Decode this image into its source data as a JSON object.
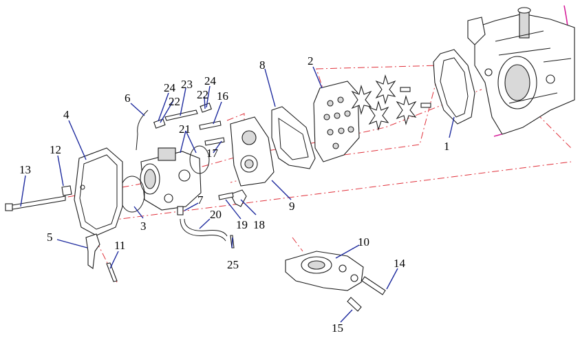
{
  "diagram": {
    "callouts": [
      {
        "num": "1"
      },
      {
        "num": "2"
      },
      {
        "num": "3"
      },
      {
        "num": "4"
      },
      {
        "num": "5"
      },
      {
        "num": "6"
      },
      {
        "num": "7"
      },
      {
        "num": "8"
      },
      {
        "num": "9"
      },
      {
        "num": "10"
      },
      {
        "num": "11"
      },
      {
        "num": "12"
      },
      {
        "num": "13"
      },
      {
        "num": "14"
      },
      {
        "num": "15"
      },
      {
        "num": "16"
      },
      {
        "num": "17"
      },
      {
        "num": "18"
      },
      {
        "num": "19"
      },
      {
        "num": "20"
      },
      {
        "num": "21"
      },
      {
        "num": "22"
      },
      {
        "num": "22"
      },
      {
        "num": "23"
      },
      {
        "num": "24"
      },
      {
        "num": "24"
      },
      {
        "num": "25"
      }
    ],
    "colors": {
      "leader": "#1d2a9e",
      "centerline": "#e0303a",
      "hull_outline": "#d61f9a",
      "line": "#1a1a1a"
    }
  }
}
